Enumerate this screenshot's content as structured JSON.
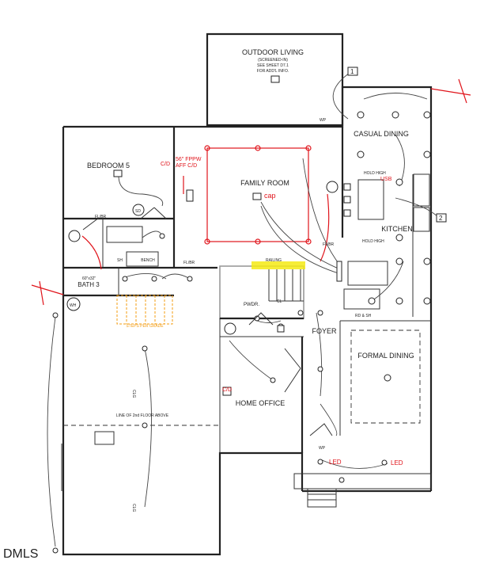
{
  "rooms": {
    "outdoor_living": [
      "OUTDOOR LIVING",
      "(SCREENED-IN)",
      "SEE SHEET D7.1",
      "FOR ADD'L INFO."
    ],
    "bedroom5": "BEDROOM 5",
    "family_room": "FAMILY ROOM",
    "casual_dining": "CASUAL DINING",
    "kitchen": "KITCHEN",
    "bath3": "BATH 3",
    "foyer": "FOYER",
    "formal_dining": "FORMAL DINING",
    "home_office": "HOME OFFICE",
    "pwdr": "PWDR."
  },
  "notes": {
    "railing": "RAILING",
    "bench": "BENCH",
    "line_2nd_floor": "LINE OF 2nd FLOOR ABOVE",
    "steps_per_grade": "STEPS PER GRADE",
    "fl_br_1": "FL/BR",
    "fl_br_2": "FL/BR",
    "fl_br_3": "FL/BR",
    "hold_high_1": "HOLD HIGH",
    "hold_high_2": "HOLD HIGH",
    "wp_1": "WP",
    "wp_2": "WP",
    "sh": "SH",
    "rd_sh": "RD & SH",
    "cl": "CL",
    "wh": "WH",
    "sd": "SD",
    "size_60x32": "60\"x32\"",
    "clg_1": "CLG",
    "clg_2": "CLG"
  },
  "red_notes": {
    "fppw": [
      "56\" FPPW",
      "AFF C/D"
    ],
    "cd_bed": "C/D",
    "cap": "cap",
    "usb": "USB",
    "cd_office": "C/D",
    "led_1": "LED",
    "led_2": "LED"
  },
  "circuit_tags": [
    "1",
    "2"
  ],
  "watermark": "DMLS",
  "colors": {
    "wall": "#222222",
    "red_markup": "#e0141b",
    "highlight": "#f5ea14",
    "stair_note": "#f39c12"
  }
}
